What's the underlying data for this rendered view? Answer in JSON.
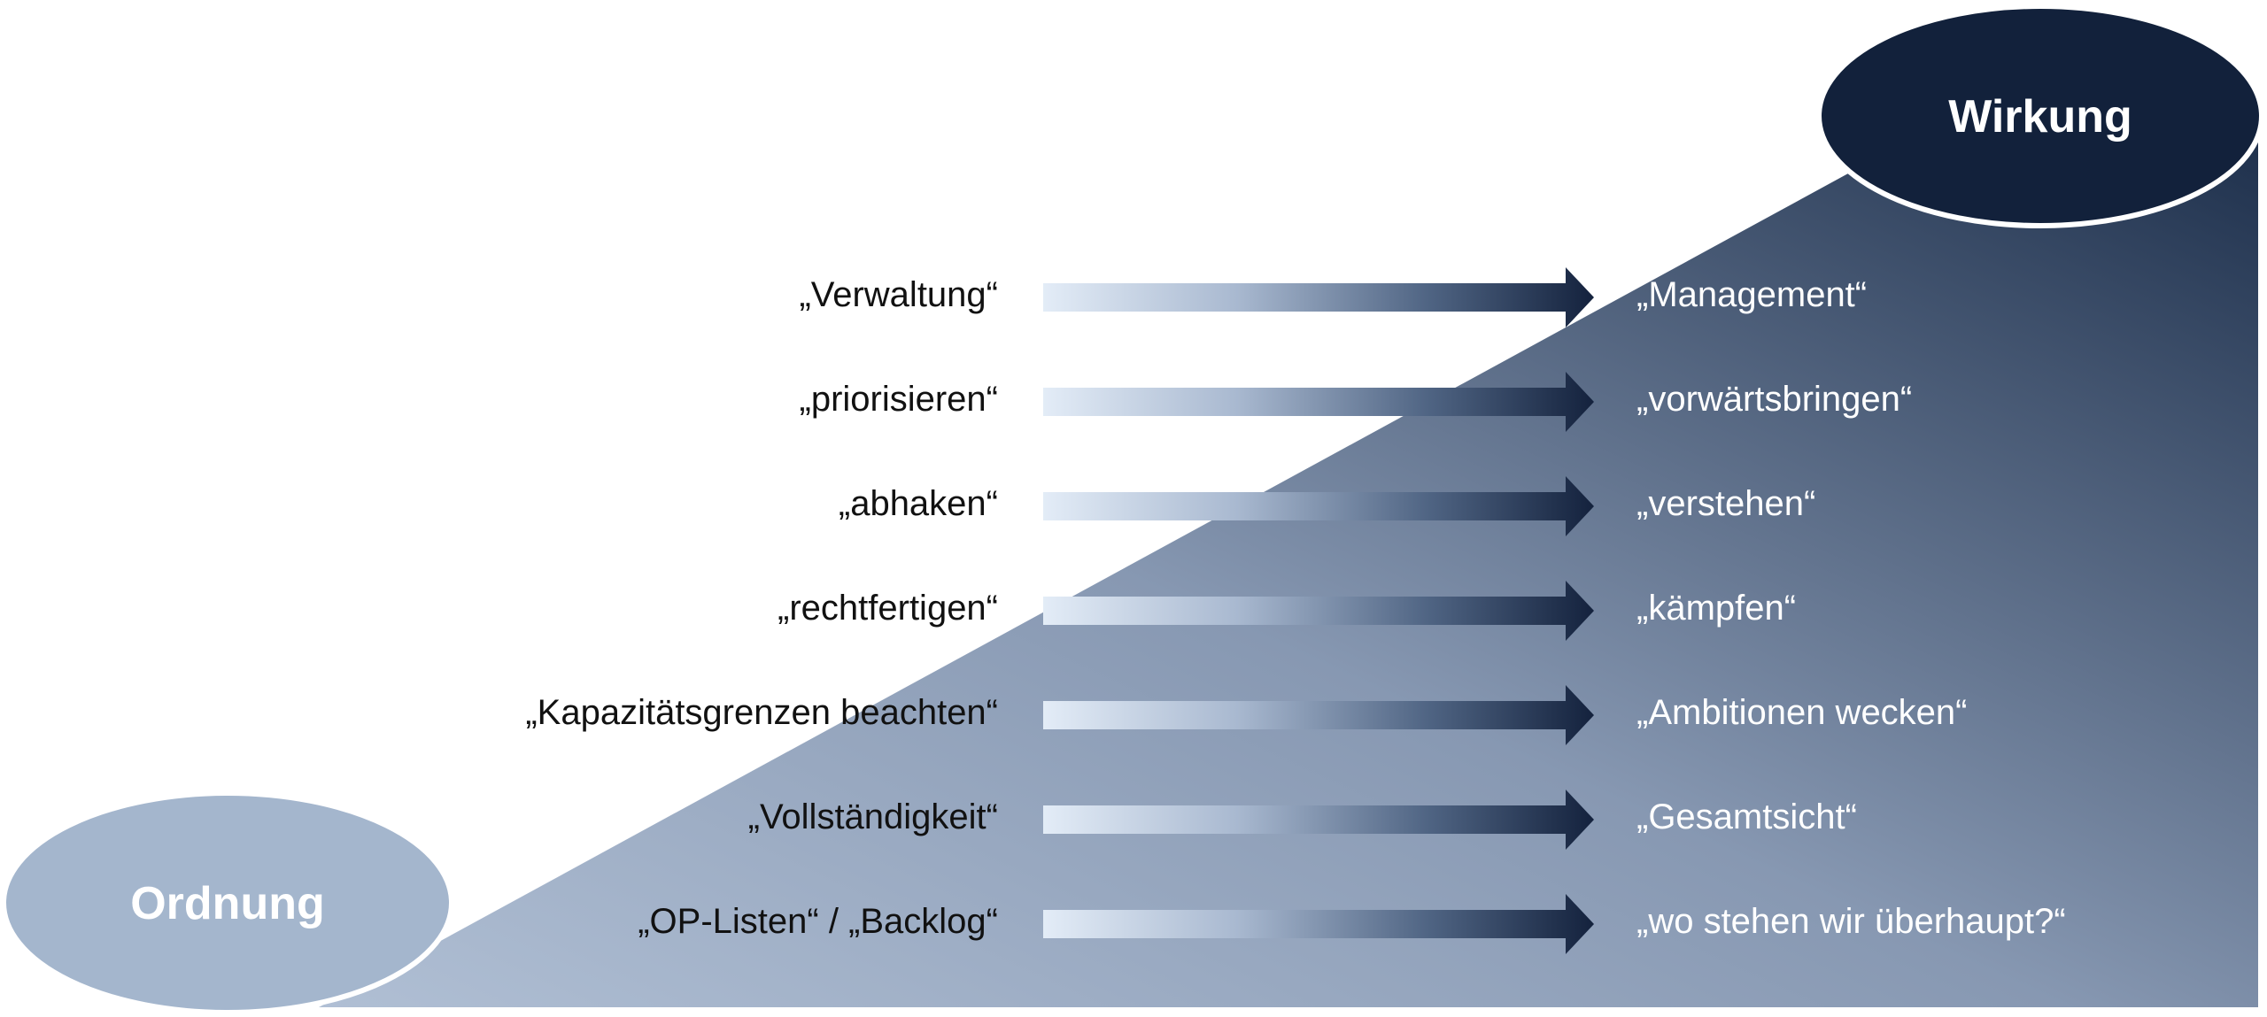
{
  "start_label": "Ordnung",
  "end_label": "Wirkung",
  "pairs": [
    {
      "from": "„Verwaltung“",
      "to": "„Management“"
    },
    {
      "from": "„priorisieren“",
      "to": "„vorwärtsbringen“"
    },
    {
      "from": "„abhaken“",
      "to": "„verstehen“"
    },
    {
      "from": "„rechtfertigen“",
      "to": "„kämpfen“"
    },
    {
      "from": "„Kapazitätsgrenzen beachten“",
      "to": "„Ambitionen wecken“"
    },
    {
      "from": "„Vollständigkeit“",
      "to": "„Gesamtsicht“"
    },
    {
      "from": "„OP-Listen“ / „Backlog“",
      "to": "„wo stehen wir überhaupt?“"
    }
  ],
  "colors": {
    "ramp_light": "#b0bfd4",
    "ramp_dark": "#1c2e4a",
    "start_ellipse": "#a4b6cd",
    "end_ellipse": "#12213b",
    "arrow_light": "#e3ecf7",
    "arrow_dark": "#14223d"
  }
}
